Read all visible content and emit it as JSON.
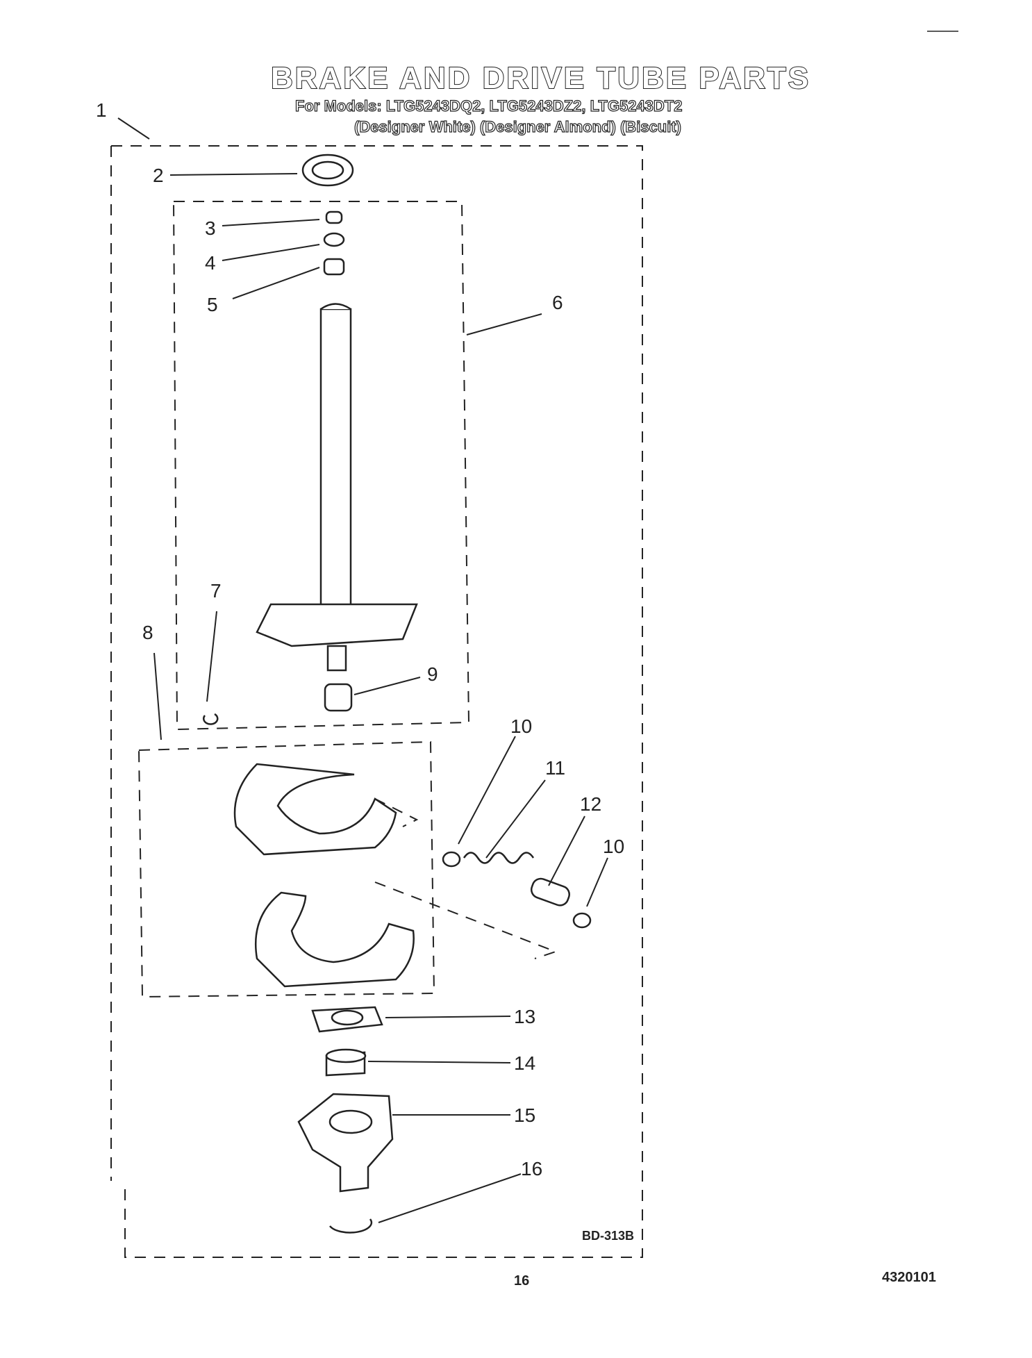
{
  "title": "BRAKE AND DRIVE TUBE PARTS",
  "models_line": "For Models: LTG5243DQ2, LTG5243DZ2, LTG5243DT2",
  "colors_line": "(Designer White)  (Designer Almond)  (Biscuit)",
  "callouts": [
    "1",
    "2",
    "3",
    "4",
    "5",
    "6",
    "7",
    "8",
    "9",
    "10",
    "11",
    "12",
    "10",
    "13",
    "14",
    "15",
    "16"
  ],
  "diagram_code": "BD-313B",
  "page_number": "16",
  "doc_number": "4320101"
}
